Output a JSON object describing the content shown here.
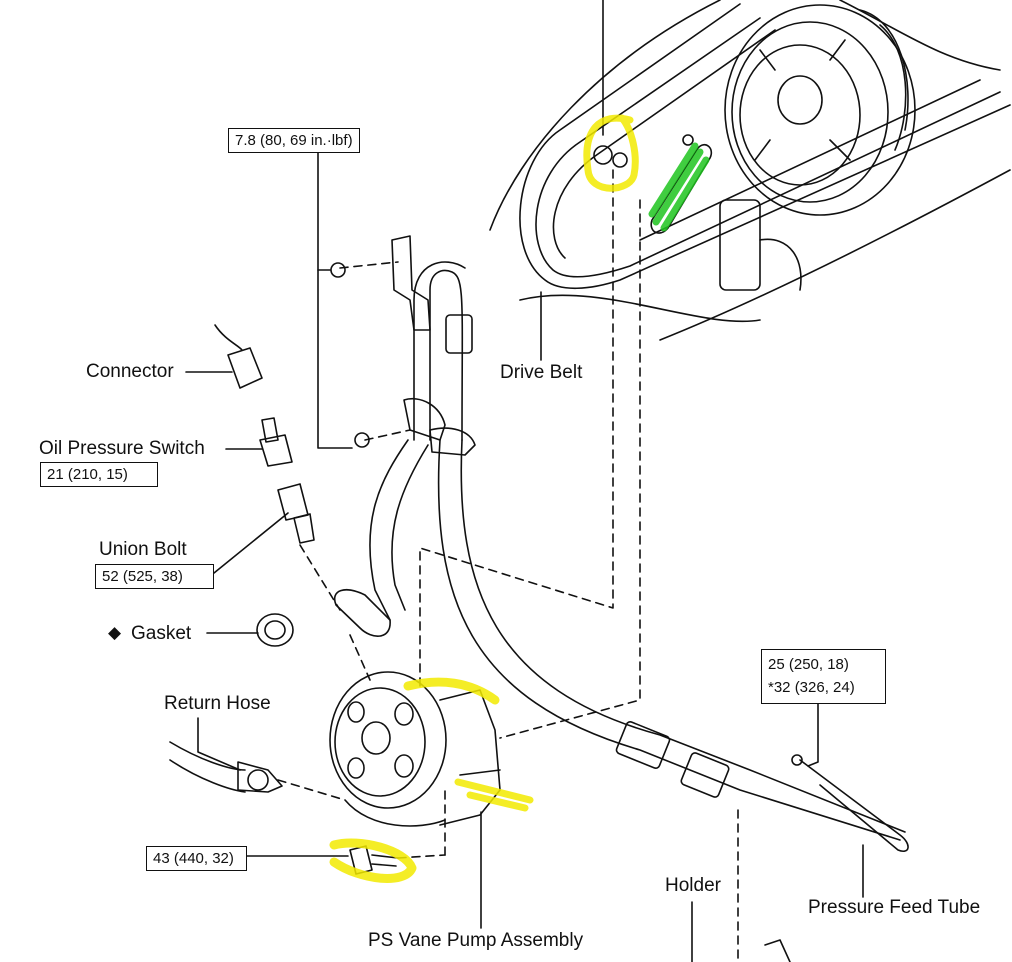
{
  "labels": {
    "torque_top": "7.8 (80, 69 in.·lbf)",
    "connector": "Connector",
    "drive_belt": "Drive Belt",
    "oil_pressure_switch": "Oil Pressure Switch",
    "oil_pressure_torque": "21 (210, 15)",
    "union_bolt": "Union Bolt",
    "union_bolt_torque": "52 (525, 38)",
    "gasket_symbol": "◆",
    "gasket": "Gasket",
    "return_hose": "Return Hose",
    "pressure_torque_1": "25 (250, 18)",
    "pressure_torque_2": "*32 (326, 24)",
    "bolt_torque": "43 (440, 32)",
    "holder": "Holder",
    "pressure_feed_tube": "Pressure Feed Tube",
    "ps_vane_pump": "PS Vane Pump Assembly"
  },
  "colors": {
    "highlight_yellow": "#f2ea00",
    "highlight_green": "#1fc41f",
    "ink": "#111111"
  }
}
